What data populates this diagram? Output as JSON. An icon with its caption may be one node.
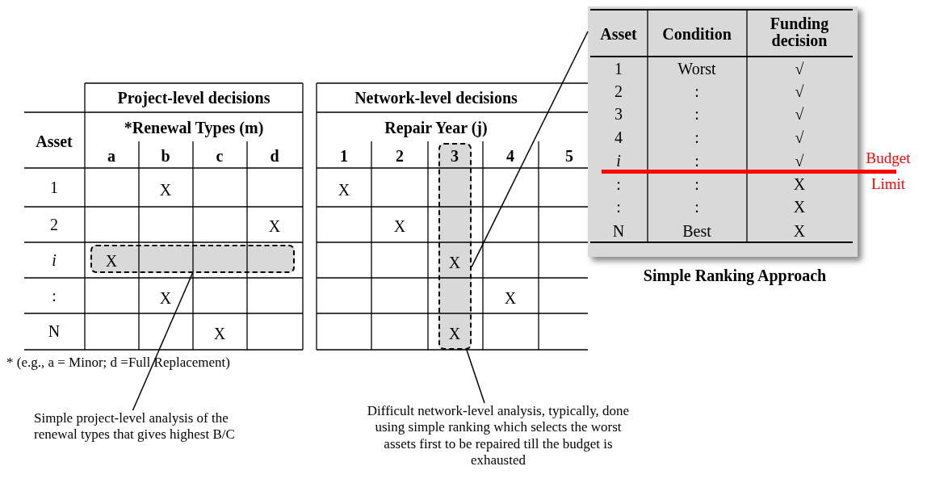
{
  "diagram": {
    "nodes": [
      {
        "text": [],
        "shape": "box"
      },
      {
        "text": [],
        "shape": "box"
      },
      {
        "text": [],
        "shape": "box"
      },
      {
        "text": [
          "Simple project-level analysis of the renewal types that gives highest B/C"
        ]
      },
      {
        "text": [
          "Difficult network-level analysis, typically, done using simple ranking which selects the worst assets first to be repaired till the budget is exhausted"
        ]
      }
    ],
    "edges": [
      {
        "from": 3,
        "to": 0,
        "arrow": "none"
      },
      {
        "from": 4,
        "to": 1,
        "arrow": "none"
      },
      {
        "from": 2,
        "to": 1,
        "arrow": "none"
      }
    ],
    "labels": [
      "Project-level decisions",
      "Asset",
      "*Renewal Types (m)",
      "a",
      "b",
      "c",
      "d",
      "1",
      "X",
      "2",
      "X",
      "i",
      "X",
      ":",
      "X",
      "N",
      "X",
      "* (e.g., a = Minor; d =Full Replacement)",
      "Network-level decisions",
      "Repair Year (j)",
      "1",
      "2",
      "3",
      "4",
      "5",
      "X",
      "X",
      "X",
      "X",
      "X",
      "Asset",
      "Condition",
      "Funding decision",
      "1",
      "Worst",
      "√",
      "2",
      ":",
      "√",
      "3",
      ":",
      "√",
      "4",
      ":",
      "√",
      "i",
      ":",
      "√",
      ":",
      ":",
      "X",
      ":",
      ":",
      "X",
      "N",
      "Best",
      "X",
      "Budget Limit",
      "Simple Ranking Approach"
    ]
  }
}
